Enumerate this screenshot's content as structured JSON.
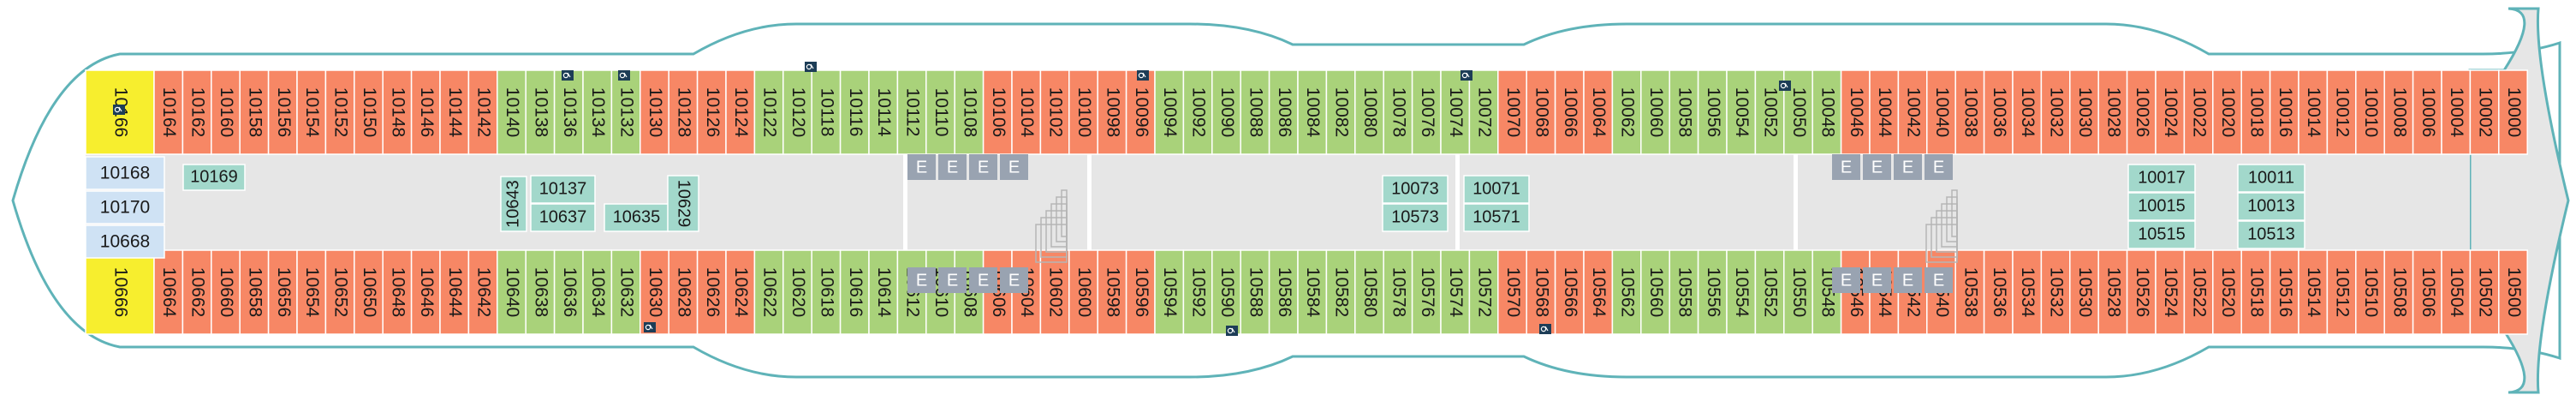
{
  "colors": {
    "interior": "#f78765",
    "balcony": "#a9d27a",
    "suite": "#f7ee2e",
    "oceanview": "#cfe2f4",
    "inside": "#a2d8cb",
    "elevator": "#99a3b1",
    "corridor": "#e6e6e6",
    "hull": "#5fb3b8",
    "stairs": "#b5b5b5",
    "accessible": "#1d3d57"
  },
  "legend_icons": [
    "accessible-icon",
    "elevator-icon"
  ],
  "elevator_label": "E",
  "top_row": [
    "10166",
    "10164",
    "10162",
    "10160",
    "10158",
    "10156",
    "10154",
    "10152",
    "10150",
    "10148",
    "10146",
    "10144",
    "10142",
    "10140",
    "10138",
    "10136",
    "10134",
    "10132",
    "10130",
    "10128",
    "10126",
    "10124",
    "10122",
    "10120",
    "10118",
    "10116",
    "10114",
    "10112",
    "10110",
    "10108",
    "10106",
    "10104",
    "10102",
    "10100",
    "10098",
    "10096",
    "10094",
    "10092",
    "10090",
    "10088",
    "10086",
    "10084",
    "10082",
    "10080",
    "10078",
    "10076",
    "10074",
    "10072",
    "10070",
    "10068",
    "10066",
    "10064",
    "10062",
    "10060",
    "10058",
    "10056",
    "10054",
    "10052",
    "10050",
    "10048",
    "10046",
    "10044",
    "10042",
    "10040",
    "10038",
    "10036",
    "10034",
    "10032",
    "10030",
    "10028",
    "10026",
    "10024",
    "10022",
    "10020",
    "10018",
    "10016",
    "10014",
    "10012",
    "10010",
    "10008",
    "10006",
    "10004",
    "10002",
    "10000"
  ],
  "bottom_row": [
    "10666",
    "10664",
    "10662",
    "10660",
    "10658",
    "10656",
    "10654",
    "10652",
    "10650",
    "10648",
    "10646",
    "10644",
    "10642",
    "10640",
    "10638",
    "10636",
    "10634",
    "10632",
    "10630",
    "10628",
    "10626",
    "10624",
    "10622",
    "10620",
    "10618",
    "10616",
    "10614",
    "10612",
    "10610",
    "10608",
    "10606",
    "10604",
    "10602",
    "10600",
    "10598",
    "10596",
    "10594",
    "10592",
    "10590",
    "10588",
    "10586",
    "10584",
    "10582",
    "10580",
    "10578",
    "10576",
    "10574",
    "10572",
    "10570",
    "10568",
    "10566",
    "10564",
    "10562",
    "10560",
    "10558",
    "10556",
    "10554",
    "10552",
    "10550",
    "10548",
    "10546",
    "10544",
    "10542",
    "10540",
    "10538",
    "10536",
    "10534",
    "10532",
    "10530",
    "10528",
    "10526",
    "10524",
    "10522",
    "10520",
    "10518",
    "10516",
    "10514",
    "10512",
    "10510",
    "10508",
    "10506",
    "10504",
    "10502",
    "10500"
  ],
  "stern_cabins": [
    "10168",
    "10170",
    "10668"
  ],
  "center_cabins": [
    "10169",
    "10137",
    "10637",
    "10643",
    "10635",
    "10629",
    "10073",
    "10573",
    "10071",
    "10571",
    "10017",
    "10015",
    "10515",
    "10011",
    "10013",
    "10513"
  ]
}
